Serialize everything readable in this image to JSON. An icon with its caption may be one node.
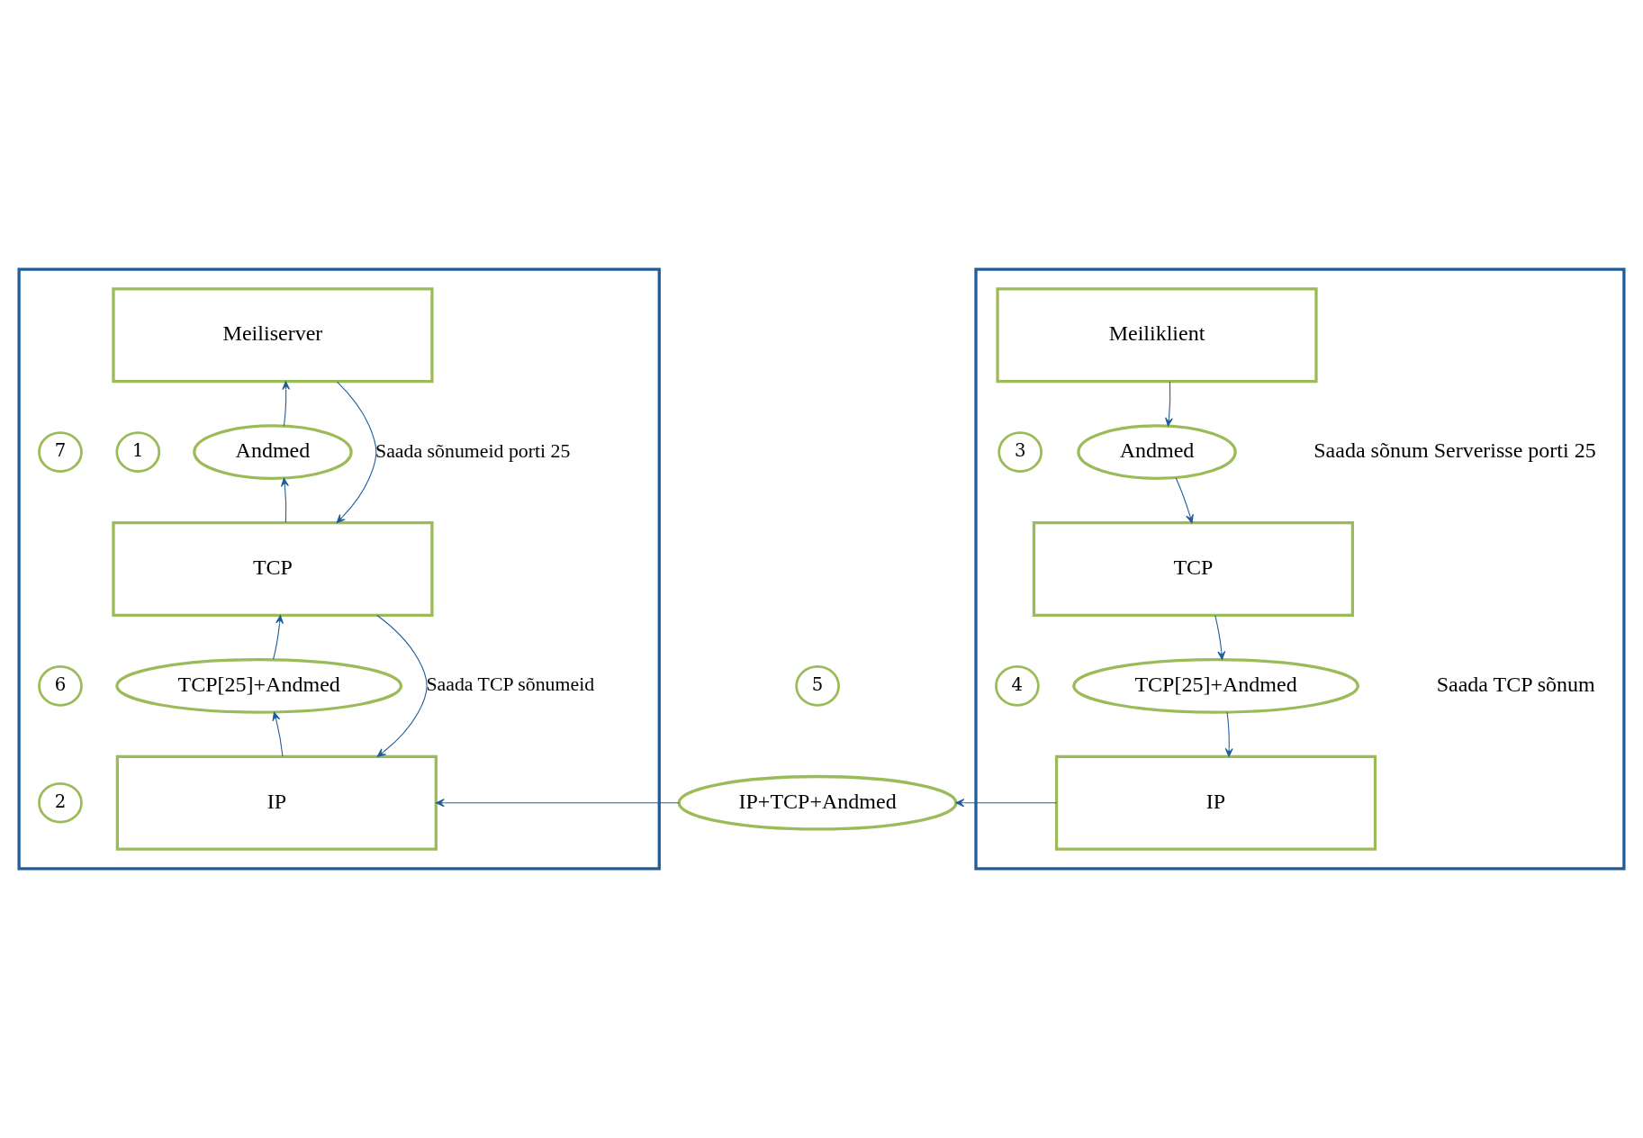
{
  "diagram": {
    "nodes": [
      {
        "text": [],
        "shape": "box"
      },
      {
        "text": [],
        "shape": "box"
      },
      {
        "text": [
          "Meiliserver"
        ],
        "in": 0
      },
      {
        "text": [
          "Andmed"
        ],
        "in": 0
      },
      {
        "text": [
          "TCP"
        ],
        "in": 0
      },
      {
        "text": [
          "TCP[25]+Andmed"
        ],
        "in": 0
      },
      {
        "text": [
          "IP"
        ],
        "in": 0
      },
      {
        "text": [
          "1"
        ],
        "in": 0
      },
      {
        "text": [
          "2"
        ],
        "in": 0
      },
      {
        "text": [
          "6"
        ],
        "in": 0
      },
      {
        "text": [
          "7"
        ],
        "in": 0
      },
      {
        "text": [
          "Meiliklient"
        ],
        "in": 1
      },
      {
        "text": [
          "Andmed"
        ],
        "in": 1,
        "beside": [
          "Saada sõnum Serverisse porti 25"
        ]
      },
      {
        "text": [
          "TCP"
        ],
        "in": 1
      },
      {
        "text": [
          "TCP[25]+Andmed"
        ],
        "in": 1,
        "beside": [
          "Saada TCP sõnum"
        ]
      },
      {
        "text": [
          "IP"
        ],
        "in": 1
      },
      {
        "text": [
          "3"
        ],
        "in": 1
      },
      {
        "text": [
          "4"
        ],
        "in": 1
      },
      {
        "text": [
          "5"
        ]
      },
      {
        "text": [
          "IP+TCP+Andmed"
        ]
      }
    ],
    "edges": [
      {
        "from": 2,
        "to": 4,
        "arrow": "to",
        "label": "Saada sõnumeid porti 25"
      },
      {
        "from": 4,
        "to": 6,
        "arrow": "to",
        "label": "Saada TCP sõnumeid"
      },
      {
        "from": 6,
        "to": 5,
        "arrow": "to"
      },
      {
        "from": 5,
        "to": 4,
        "arrow": "to"
      },
      {
        "from": 4,
        "to": 3,
        "arrow": "to"
      },
      {
        "from": 3,
        "to": 2,
        "arrow": "to"
      },
      {
        "from": 11,
        "to": 12,
        "arrow": "to"
      },
      {
        "from": 12,
        "to": 13,
        "arrow": "to"
      },
      {
        "from": 13,
        "to": 14,
        "arrow": "to"
      },
      {
        "from": 14,
        "to": 15,
        "arrow": "to"
      },
      {
        "from": 15,
        "to": 19,
        "arrow": "to"
      },
      {
        "from": 19,
        "to": 6,
        "arrow": "to"
      }
    ]
  }
}
